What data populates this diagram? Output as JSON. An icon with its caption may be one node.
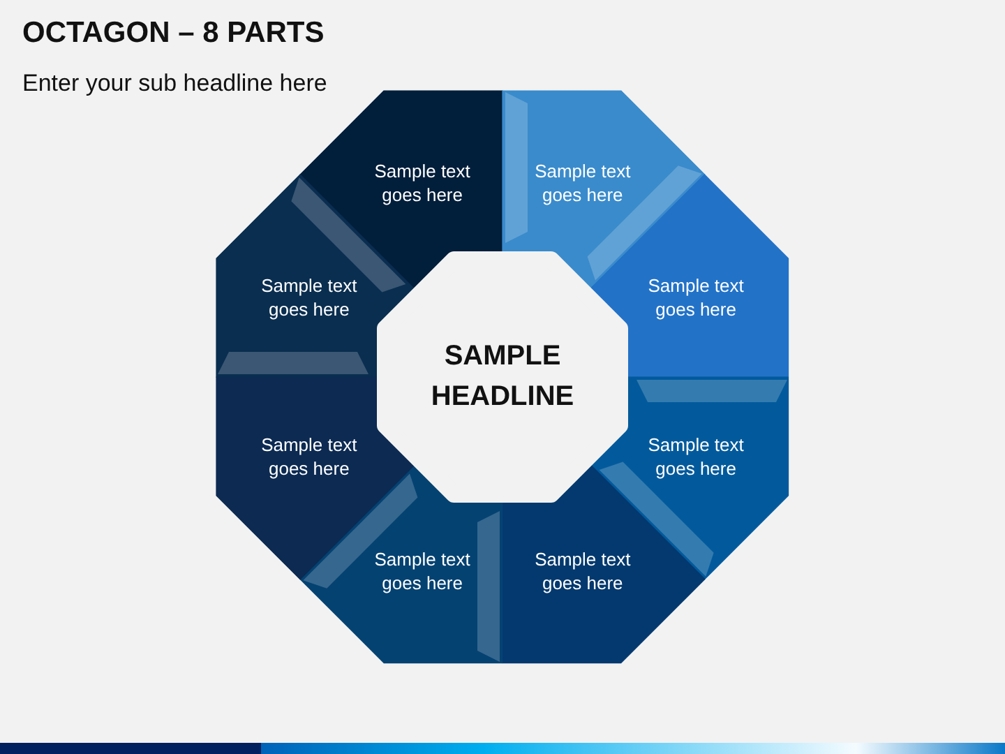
{
  "diagram": {
    "title": "OCTAGON – 8 PARTS",
    "nodes": [
      {
        "text": [
          "SAMPLE HEADLINE"
        ]
      },
      {
        "text": [
          "Sample text goes here"
        ]
      },
      {
        "text": [
          "Sample text goes here"
        ]
      },
      {
        "text": [
          "Sample text goes here"
        ]
      },
      {
        "text": [
          "Sample text goes here"
        ]
      },
      {
        "text": [
          "Sample text goes here"
        ]
      },
      {
        "text": [
          "Sample text goes here"
        ]
      },
      {
        "text": [
          "Sample text goes here"
        ]
      },
      {
        "text": [
          "Sample text goes here"
        ]
      }
    ],
    "labels": [
      "Enter your sub headline here"
    ]
  }
}
